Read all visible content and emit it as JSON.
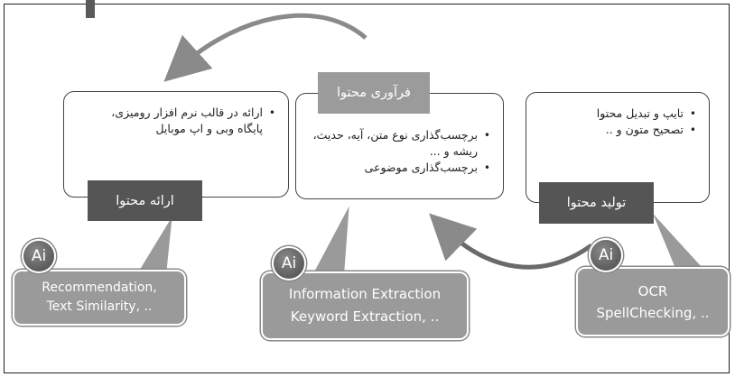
{
  "stages": {
    "presentation": {
      "label": "ارائه محتوا",
      "bullets": [
        "ارائه در قالب نرم افزار رومیزی، پایگاه وبی و اپ موبایل"
      ]
    },
    "processing": {
      "label": "فرآوری محتوا",
      "bullets": [
        "برچسب‌گذاری نوع متن، آیه، حدیث، ریشه و ...",
        "برچسب‌گذاری موضوعی"
      ]
    },
    "production": {
      "label": "تولید محتوا",
      "bullets": [
        "تایپ و تبدیل محتوا",
        "تصحیح متون و .."
      ]
    }
  },
  "ai_badge_text": "Ai",
  "ai_callouts": {
    "presentation": [
      "Recommendation,",
      "Text Similarity, .."
    ],
    "processing": [
      "Information Extraction",
      "Keyword  Extraction, .."
    ],
    "production": [
      "OCR",
      "SpellChecking, .."
    ]
  },
  "colors": {
    "dark_label": "#555555",
    "light_label": "#9b9b9b",
    "callout": "#9a9a9a",
    "arrow": "#8a8a8a"
  }
}
